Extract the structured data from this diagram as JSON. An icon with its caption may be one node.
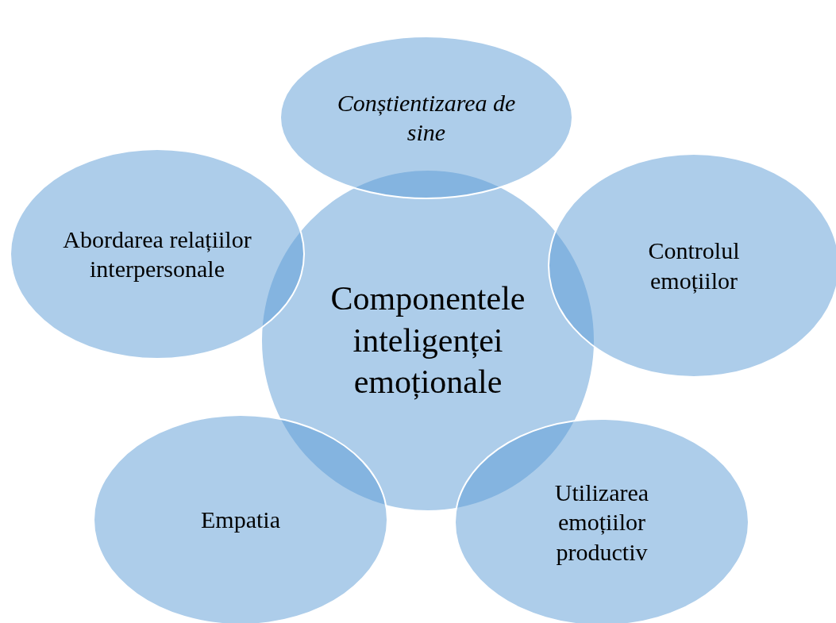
{
  "diagram": {
    "nodes": [
      {
        "text": [
          "Conștientizarea de sine"
        ]
      },
      {
        "text": [
          "Abordarea relațiilor interpersonale"
        ]
      },
      {
        "text": [
          "Controlul emoțiilor"
        ]
      },
      {
        "text": [
          "Componentele inteligenței emoționale"
        ]
      },
      {
        "text": [
          "Empatia"
        ]
      },
      {
        "text": [
          "Utilizarea emoțiilor productiv"
        ]
      }
    ],
    "edges": []
  }
}
